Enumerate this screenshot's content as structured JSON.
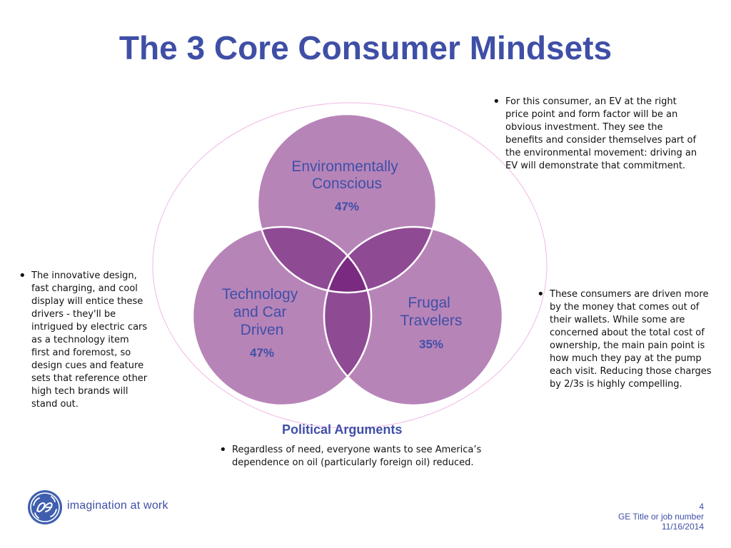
{
  "title": "The 3 Core Consumer Mindsets",
  "venn": {
    "circles": [
      {
        "label_lines": [
          "Environmentally",
          "Conscious"
        ],
        "percent": "47%"
      },
      {
        "label_lines": [
          "Technology",
          "and Car",
          "Driven"
        ],
        "percent": "47%"
      },
      {
        "label_lines": [
          "Frugal",
          "Travelers"
        ],
        "percent": "35%"
      }
    ],
    "colors": {
      "circle": "#b784b8",
      "overlap": "#8f4a94",
      "center": "#7a2a80",
      "outline": "#ffffff",
      "outer_ring": "#f0b8e6"
    }
  },
  "bullets": {
    "environmental": "For this consumer, an EV at the right price point and form factor will be an obvious investment. They see the benefits and consider themselves part of the environmental movement: driving an EV will demonstrate that commitment.",
    "technology": "The innovative design, fast charging, and cool display will entice these drivers - they'll be intrigued by electric cars as a technology item first and foremost, so design cues and feature sets that reference other high tech brands will stand out.",
    "frugal": "These consumers are driven more by the money that comes out of their wallets. While some are concerned about the total cost of ownership, the main pain point is how much they pay at the pump each visit. Reducing those charges by 2/3s is highly compelling.",
    "political": "Regardless of need, everyone wants to see America’s dependence on oil (particularly foreign oil) reduced."
  },
  "political_title": "Political Arguments",
  "bullet_symbol": "•",
  "footer": {
    "page_number": "4",
    "job_title": "GE Title or job number",
    "date": "11/16/2014"
  },
  "branding": {
    "logo_icon": "ge-logo-icon",
    "tagline": "imagination at work",
    "brand_color": "#3f4fa6"
  }
}
